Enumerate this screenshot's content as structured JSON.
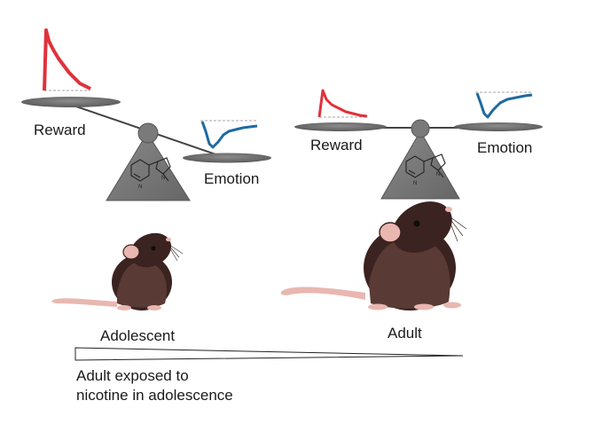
{
  "labels": {
    "reward_left": "Reward",
    "emotion_left": "Emotion",
    "reward_right": "Reward",
    "emotion_right": "Emotion",
    "adolescent": "Adolescent",
    "adult": "Adult",
    "gradient_line1": "Adult exposed to",
    "gradient_line2": "nicotine in adolescence"
  },
  "colors": {
    "reward_trace": "#e0323c",
    "emotion_trace": "#1f6aa0",
    "plate": "#6b6b6b",
    "fulcrum": "#777777",
    "fur": "#3a2320",
    "fur_highlight": "#5a3a34",
    "skin_pink": "#e9b7b0"
  },
  "icons": {
    "molecule": "nicotine-molecule-icon",
    "mouse": "mouse-icon"
  }
}
